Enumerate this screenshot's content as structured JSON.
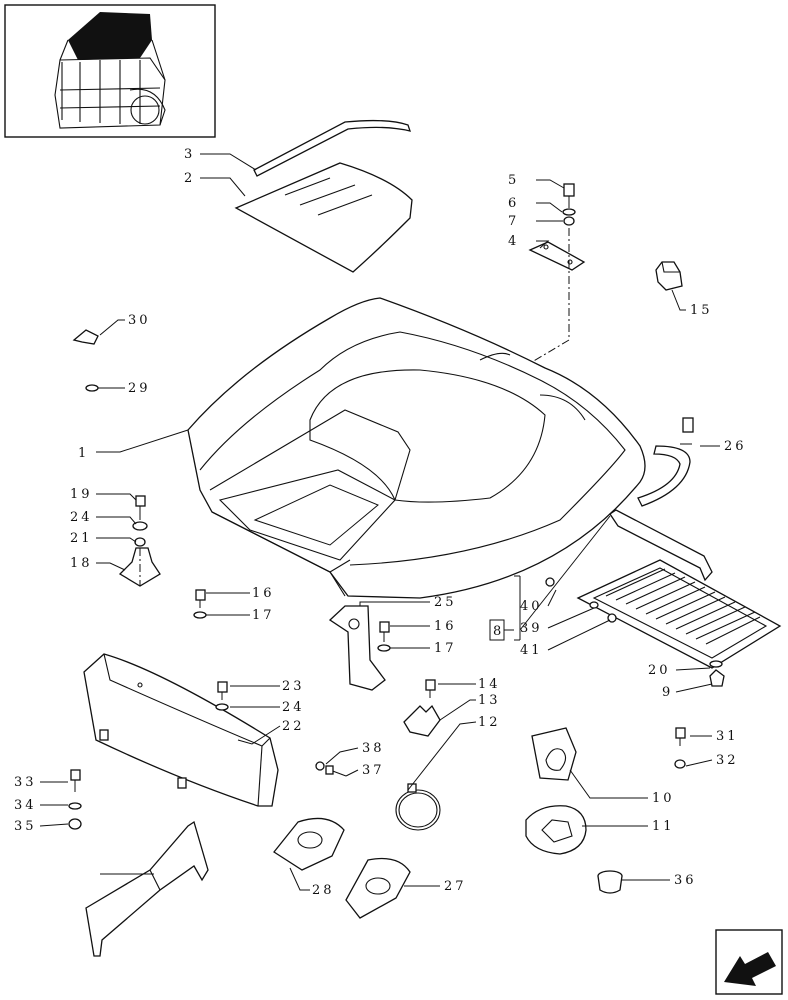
{
  "diagram": {
    "callouts": [
      {
        "id": "c1",
        "label": "1"
      },
      {
        "id": "c2",
        "label": "2"
      },
      {
        "id": "c3",
        "label": "3"
      },
      {
        "id": "c4",
        "label": "4"
      },
      {
        "id": "c5",
        "label": "5"
      },
      {
        "id": "c6",
        "label": "6"
      },
      {
        "id": "c7",
        "label": "7"
      },
      {
        "id": "c8",
        "label": "8"
      },
      {
        "id": "c9",
        "label": "9"
      },
      {
        "id": "c10",
        "label": "10"
      },
      {
        "id": "c11",
        "label": "11"
      },
      {
        "id": "c12",
        "label": "12"
      },
      {
        "id": "c13",
        "label": "13"
      },
      {
        "id": "c14",
        "label": "14"
      },
      {
        "id": "c15",
        "label": "15"
      },
      {
        "id": "c16a",
        "label": "16"
      },
      {
        "id": "c16b",
        "label": "16"
      },
      {
        "id": "c17a",
        "label": "17"
      },
      {
        "id": "c17b",
        "label": "17"
      },
      {
        "id": "c18",
        "label": "18"
      },
      {
        "id": "c19",
        "label": "19"
      },
      {
        "id": "c20",
        "label": "20"
      },
      {
        "id": "c21",
        "label": "21"
      },
      {
        "id": "c22",
        "label": "22"
      },
      {
        "id": "c23",
        "label": "23"
      },
      {
        "id": "c24a",
        "label": "24"
      },
      {
        "id": "c24b",
        "label": "24"
      },
      {
        "id": "c25",
        "label": "25"
      },
      {
        "id": "c26",
        "label": "26"
      },
      {
        "id": "c27",
        "label": "27"
      },
      {
        "id": "c28",
        "label": "28"
      },
      {
        "id": "c29",
        "label": "29"
      },
      {
        "id": "c30",
        "label": "30"
      },
      {
        "id": "c31",
        "label": "31"
      },
      {
        "id": "c32",
        "label": "32"
      },
      {
        "id": "c33",
        "label": "33"
      },
      {
        "id": "c34",
        "label": "34"
      },
      {
        "id": "c35",
        "label": "35"
      },
      {
        "id": "c36",
        "label": "36"
      },
      {
        "id": "c37",
        "label": "37"
      },
      {
        "id": "c38",
        "label": "38"
      },
      {
        "id": "c39",
        "label": "39"
      },
      {
        "id": "c40",
        "label": "40"
      },
      {
        "id": "c41",
        "label": "41"
      }
    ]
  }
}
